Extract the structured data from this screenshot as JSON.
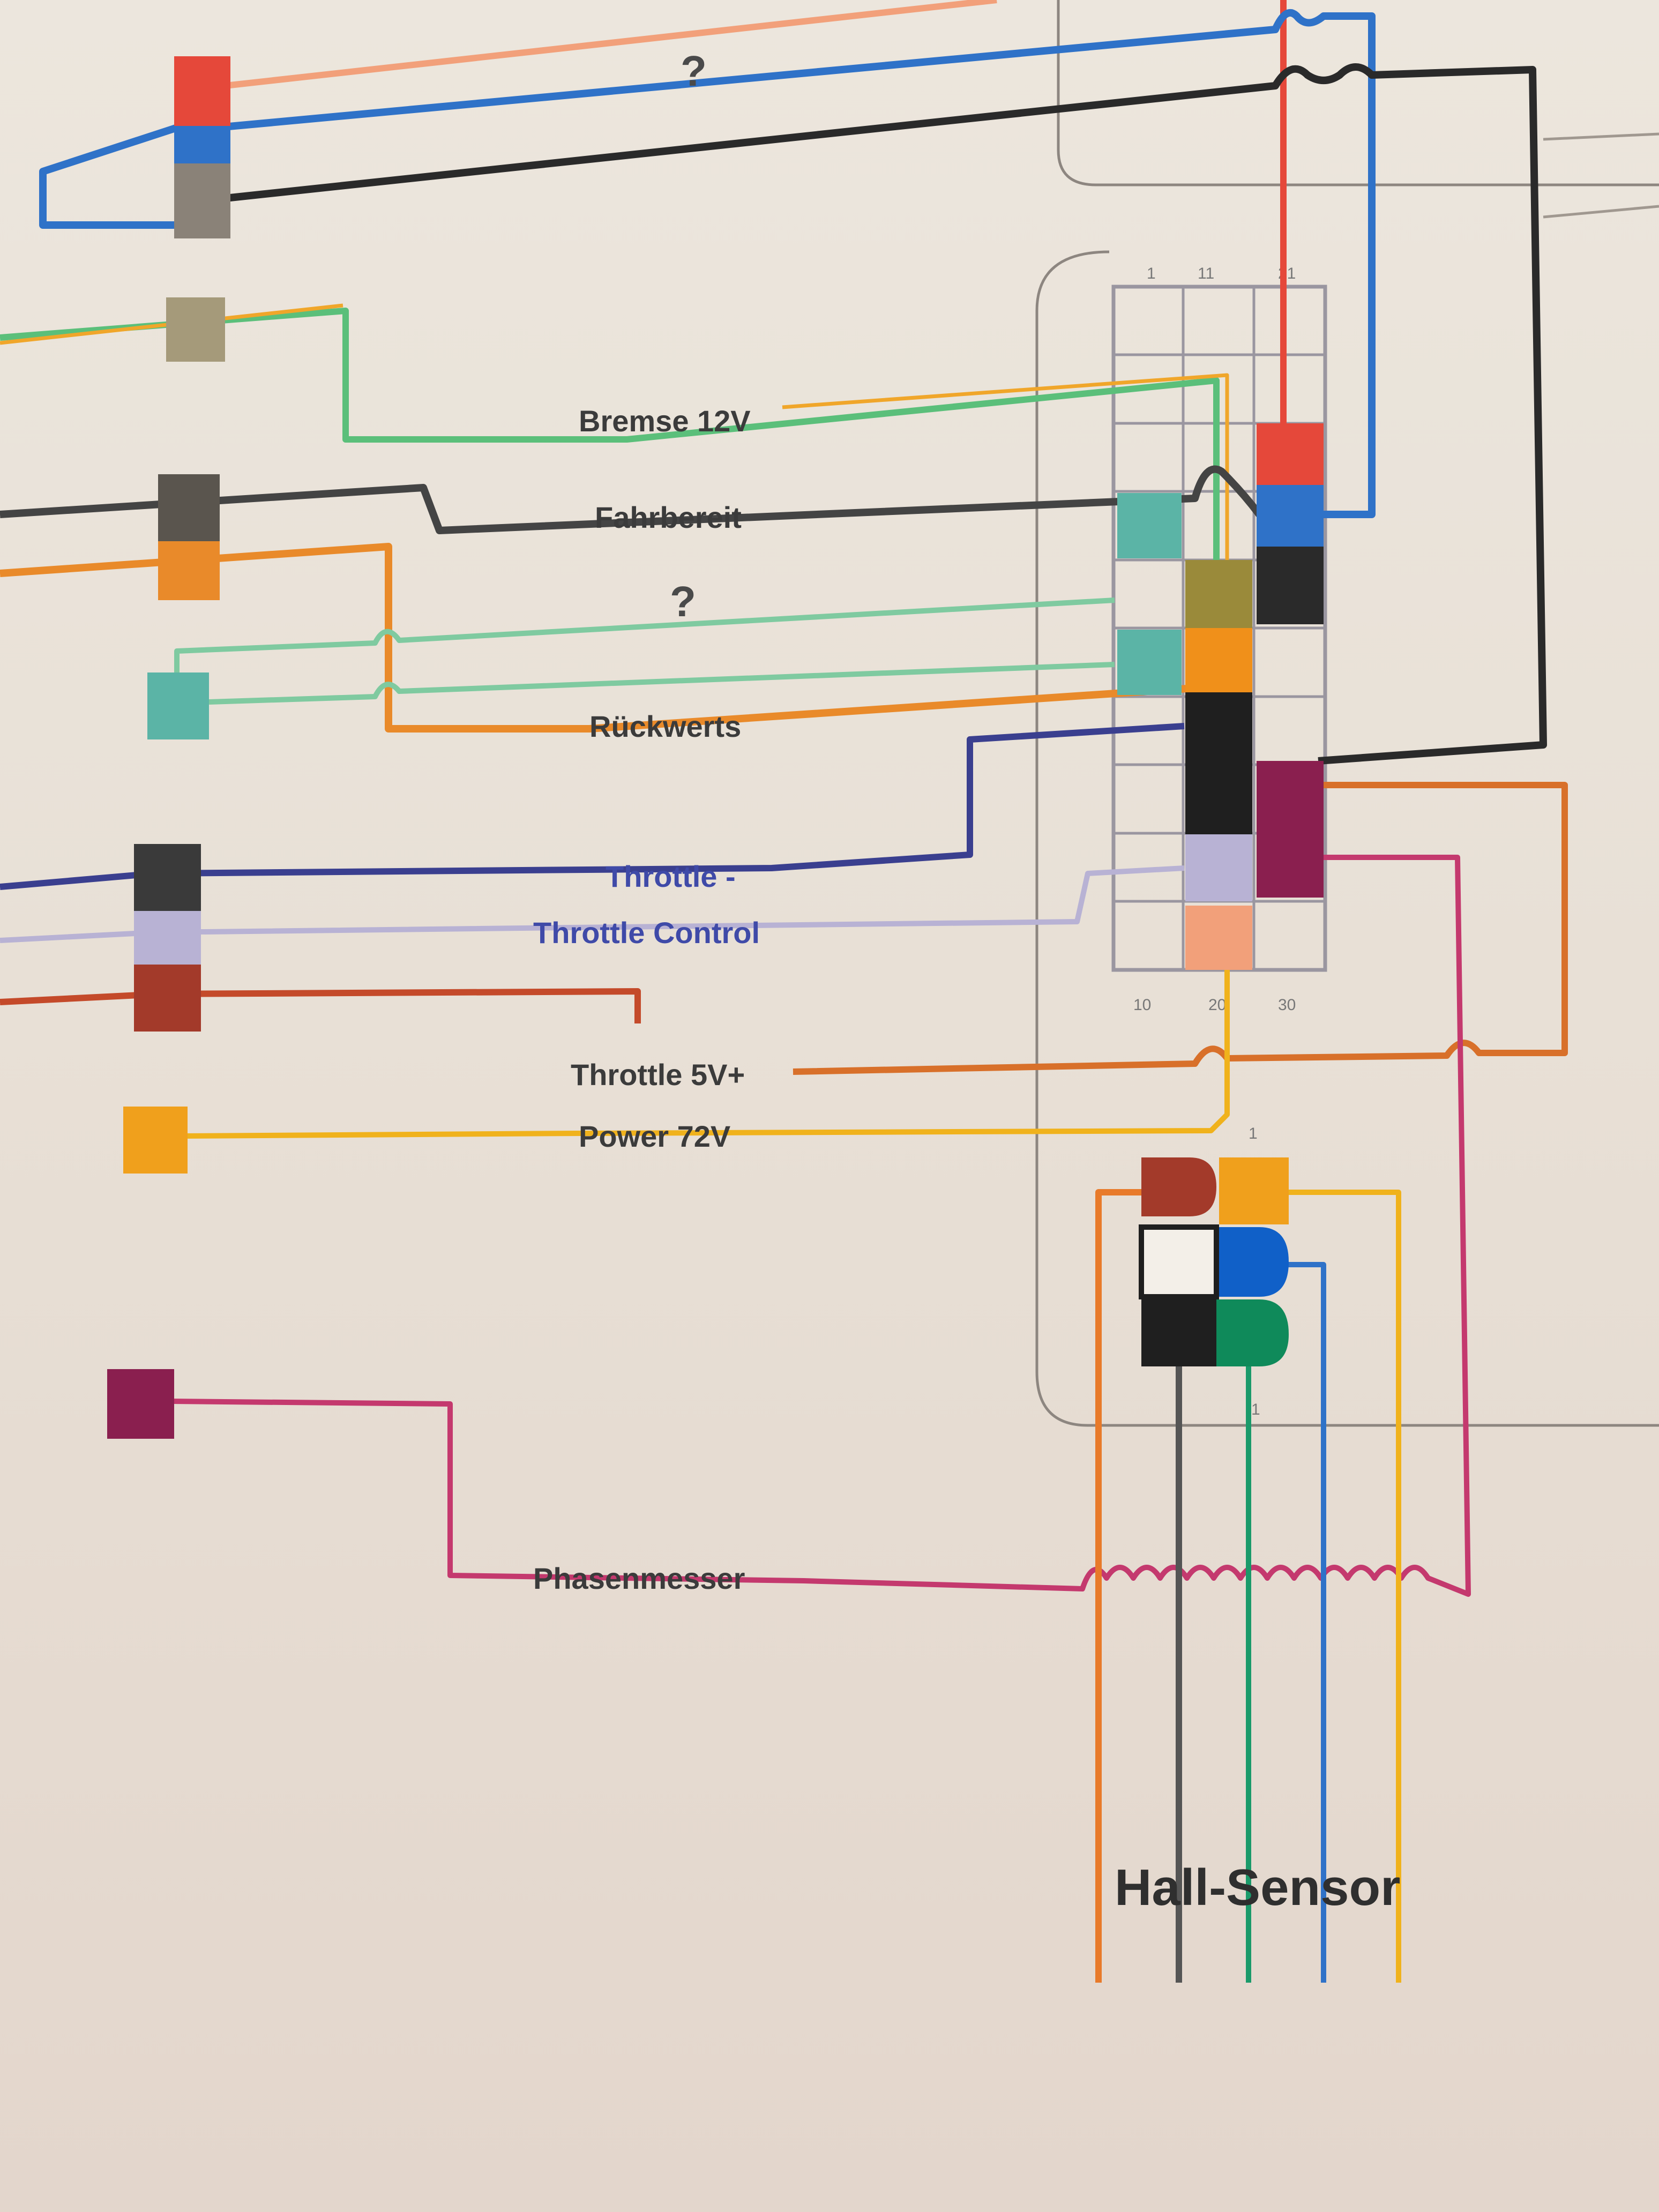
{
  "diagram": {
    "labels": {
      "top_question": "?",
      "brake": "Bremse 12V",
      "drive_ready": "Fahrbereit",
      "middle_question": "?",
      "reverse": "Rückwerts",
      "throttle_minus": "Throttle -",
      "throttle_control": "Throttle Control",
      "throttle_5v": "Throttle 5V+",
      "power": "Power 72V",
      "phase": "Phasenmesser",
      "hall_sensor": "Hall-Sensor"
    },
    "connector_pins": {
      "top": [
        "1",
        "11",
        "21"
      ],
      "bottom": [
        "10",
        "20",
        "30"
      ],
      "hall_top": "1",
      "hall_bottom": "1"
    },
    "colors": {
      "red": "#e5483a",
      "blue": "#2f72c8",
      "black": "#2a2a2a",
      "orange": "#e98a2a",
      "green": "#5bbf7a",
      "teal": "#5bb4a6",
      "navy": "#3a3f8f",
      "light_purple": "#b8b2d4",
      "dark_red": "#a33a2a",
      "yellow": "#f0b21c",
      "magenta": "#c4396e",
      "maroon": "#8a1f4f",
      "salmon": "#f2a07a",
      "olive": "#9a8a3a",
      "gray": "#555555",
      "dark_green": "#0f8a5a",
      "tan": "#a59a7a"
    }
  }
}
